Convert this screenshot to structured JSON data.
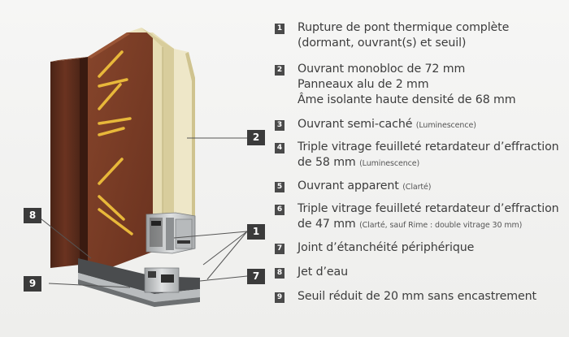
{
  "callouts": {
    "c1": "1",
    "c2": "2",
    "c7": "7",
    "c8": "8",
    "c9": "9"
  },
  "legend": [
    {
      "num": "1",
      "text": "Rupture de pont thermique complète",
      "line2": "(dormant, ouvrant(s) et seuil)",
      "line3": "",
      "note": ""
    },
    {
      "num": "2",
      "text": "Ouvrant monobloc de 72 mm",
      "line2": "Panneaux alu de 2 mm",
      "line3": "Âme isolante haute densité de 68 mm",
      "note": ""
    },
    {
      "num": "3",
      "text": "Ouvrant semi-caché",
      "line2": "",
      "line3": "",
      "note": "(Luminescence)"
    },
    {
      "num": "4",
      "text": "Triple vitrage feuilleté retardateur d’effraction",
      "line2": "de 58 mm",
      "line3": "",
      "note": "(Luminescence)"
    },
    {
      "num": "5",
      "text": "Ouvrant apparent",
      "line2": "",
      "line3": "",
      "note": "(Clarté)"
    },
    {
      "num": "6",
      "text": "Triple vitrage feuilleté retardateur d’effraction",
      "line2": "de 47 mm",
      "line3": "",
      "note": "(Clarté, sauf Rime : double vitrage 30 mm)"
    },
    {
      "num": "7",
      "text": "Joint d’étanchéité périphérique",
      "line2": "",
      "line3": "",
      "note": ""
    },
    {
      "num": "8",
      "text": "Jet d’eau",
      "line2": "",
      "line3": "",
      "note": ""
    },
    {
      "num": "9",
      "text": "Seuil réduit de 20 mm sans encastrement",
      "line2": "",
      "line3": "",
      "note": ""
    }
  ],
  "colors": {
    "frame_brown": "#5b2e1e",
    "panel_brown": "#7a3c25",
    "insulation": "#e9e1bd",
    "aluminium": "#c9cbcc",
    "accent_lines": "#e8b83a"
  }
}
